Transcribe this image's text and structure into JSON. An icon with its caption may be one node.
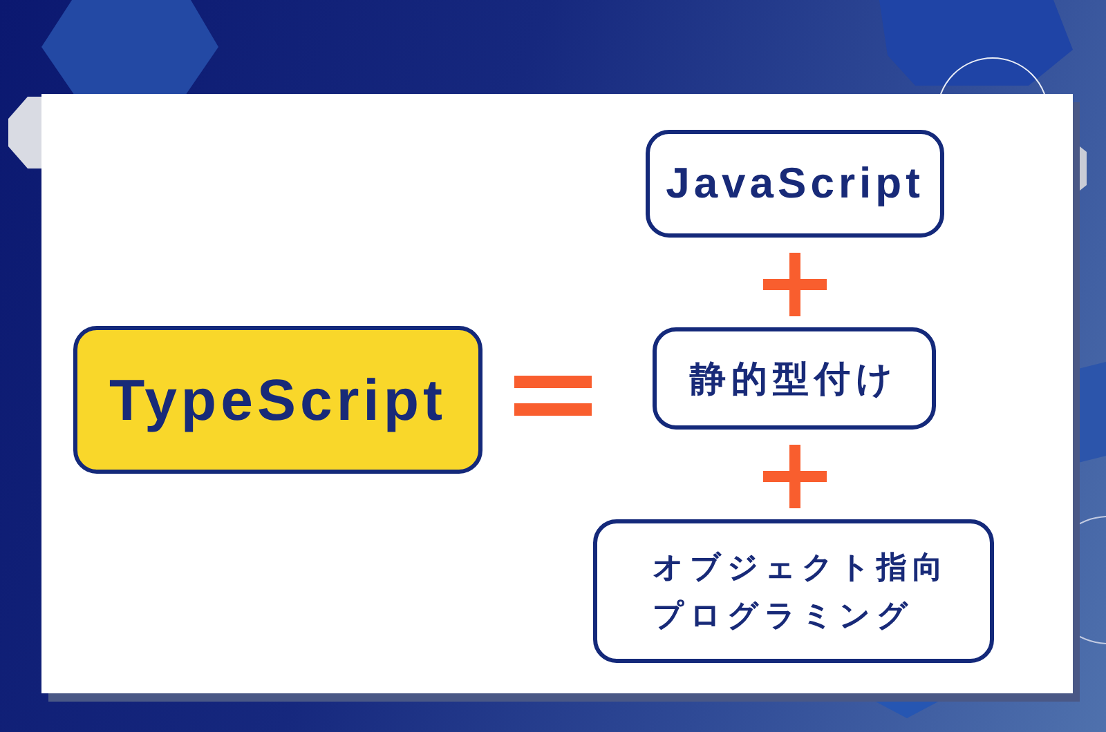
{
  "diagram": {
    "nodes": [
      {
        "text": [
          "TypeScript"
        ]
      },
      {
        "text": [
          "JavaScript"
        ]
      },
      {
        "text": [
          "静的型付け"
        ]
      },
      {
        "text": [
          "オブジェクト指向プログラミング"
        ]
      }
    ]
  }
}
